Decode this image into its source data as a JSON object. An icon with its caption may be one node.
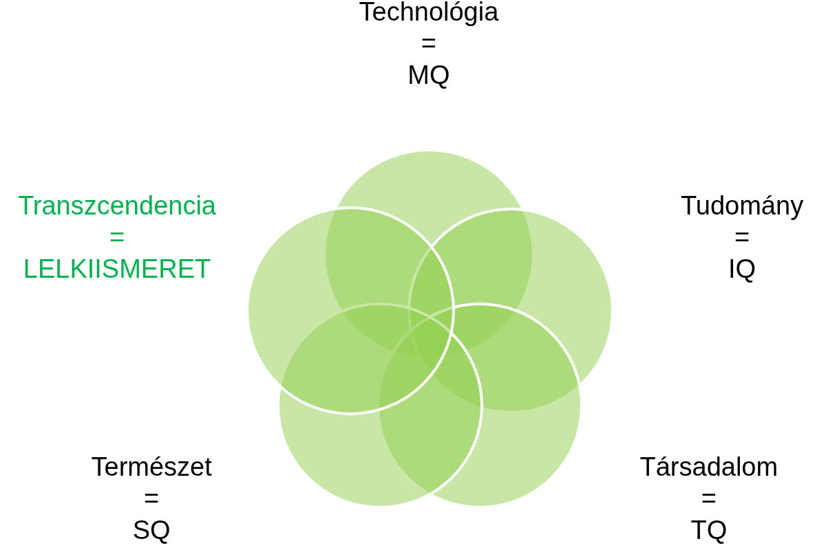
{
  "diagram": {
    "nodes": [
      {
        "text": [],
        "shape": "circle",
        "beside": [
          "Technológia = MQ"
        ]
      },
      {
        "text": [],
        "shape": "circle",
        "beside": [
          "Transzcendencia = LELKIISMERET"
        ]
      },
      {
        "text": [],
        "shape": "circle",
        "beside": [
          "Tudomány = IQ"
        ]
      },
      {
        "text": [],
        "shape": "circle",
        "beside": [
          "Természet = SQ"
        ]
      },
      {
        "text": [],
        "shape": "circle",
        "beside": [
          "Társadalom = TQ"
        ]
      }
    ]
  }
}
